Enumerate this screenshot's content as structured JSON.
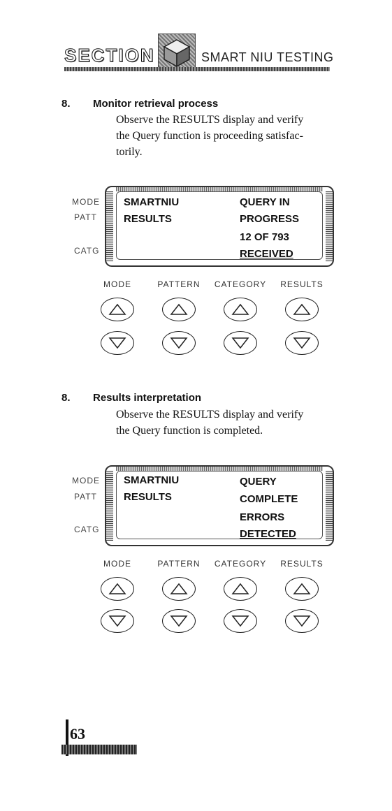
{
  "header": {
    "section_word": "SECTION",
    "title": "SMART NIU TESTING"
  },
  "steps": [
    {
      "num": "8.",
      "heading": "Monitor retrieval process",
      "body": "Observe the RESULTS display and verify the Query function is proceeding satisfactorily.",
      "lines": [
        "Observe the RESULTS display and verify",
        "the Query function is proceeding satisfac-",
        "torily."
      ],
      "display": {
        "side_labels": [
          "MODE",
          "PATT",
          "CATG"
        ],
        "left_lines": [
          "SMARTNIU",
          "RESULTS"
        ],
        "right_lines": [
          "QUERY IN",
          "PROGRESS",
          "12 OF 793",
          "RECEIVED"
        ]
      }
    },
    {
      "num": "8.",
      "heading": "Results interpretation",
      "lines": [
        "Observe the RESULTS display and verify",
        "the Query function is completed."
      ],
      "display": {
        "side_labels": [
          "MODE",
          "PATT",
          "CATG"
        ],
        "left_lines": [
          "SMARTNIU",
          "RESULTS"
        ],
        "right_lines": [
          "QUERY",
          "COMPLETE",
          "ERRORS",
          "DETECTED"
        ]
      }
    }
  ],
  "button_labels": [
    "MODE",
    "PATTERN",
    "CATEGORY",
    "RESULTS"
  ],
  "button_icons": [
    "up-triangle-icon",
    "down-triangle-icon"
  ],
  "page_number": "63"
}
